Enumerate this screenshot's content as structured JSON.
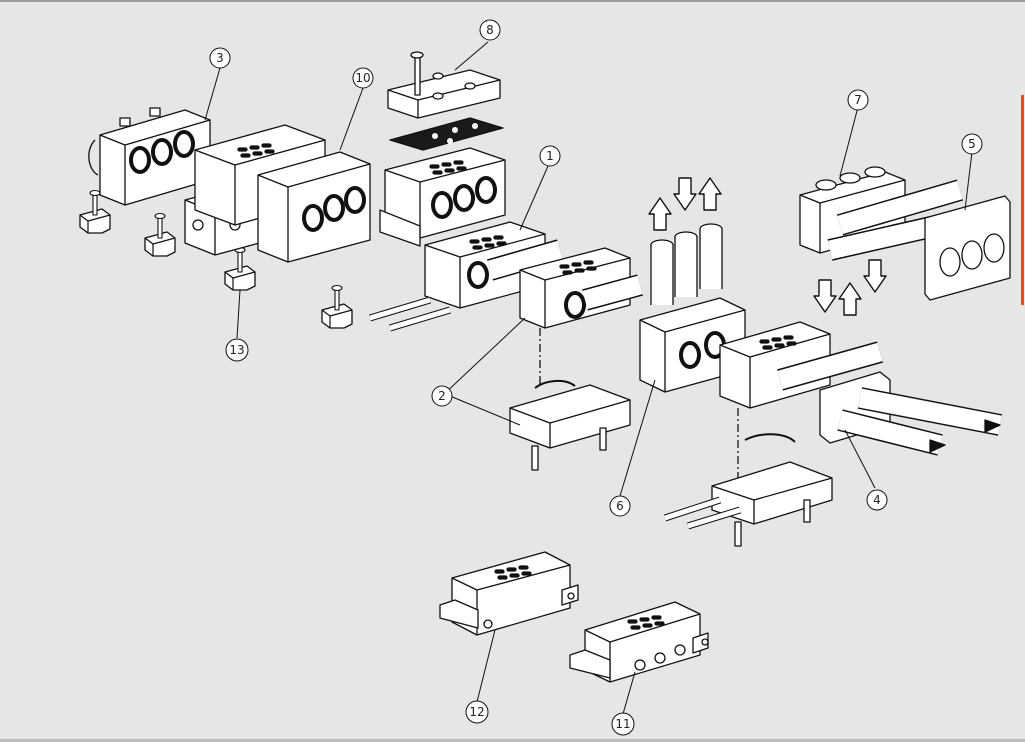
{
  "callouts": {
    "c1": "1",
    "c2": "2",
    "c3": "3",
    "c4": "4",
    "c5": "5",
    "c6": "6",
    "c7": "7",
    "c8": "8",
    "c10": "10",
    "c11": "11",
    "c12": "12",
    "c13": "13"
  },
  "colors": {
    "background": "#e6e6e6",
    "line": "#1a1a1a",
    "part_fill": "#ffffff",
    "gasket_fill": "#1a1a1a",
    "edge_accent": "#d9531e"
  }
}
